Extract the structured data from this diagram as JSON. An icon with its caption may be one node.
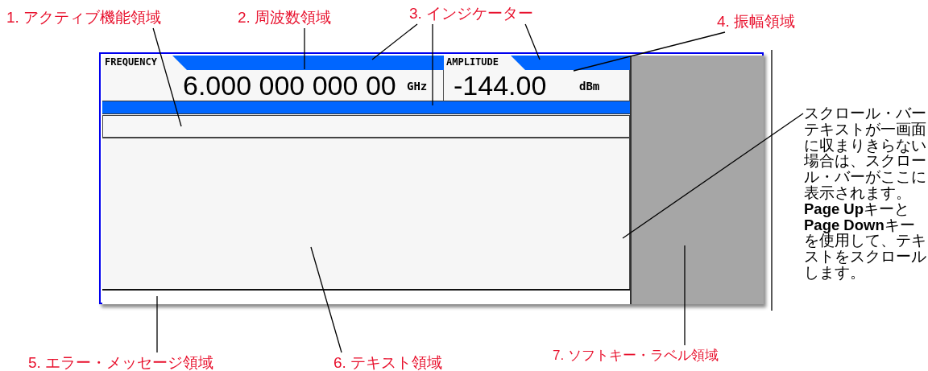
{
  "diagram": {
    "nodes": [
      {
        "text": [
          "1. アクティブ機能領域"
        ]
      },
      {
        "text": [
          "2. 周波数領域"
        ]
      },
      {
        "text": [
          "3. インジケーター"
        ]
      },
      {
        "text": [
          "4. 振幅領域"
        ]
      },
      {
        "text": [],
        "shape": "box"
      },
      {
        "text": [
          "FREQUENCY",
          "6.000 000 000 00",
          "GHz"
        ],
        "in": 4
      },
      {
        "text": [],
        "shape": "bar",
        "in": 5
      },
      {
        "text": [
          "AMPLITUDE",
          "-144.00",
          "dBm"
        ],
        "in": 4
      },
      {
        "text": [],
        "shape": "bar",
        "in": 7
      },
      {
        "text": [],
        "shape": "bar",
        "in": 4
      },
      {
        "text": [],
        "shape": "box",
        "in": 4
      },
      {
        "text": [],
        "shape": "box",
        "in": 4
      },
      {
        "text": [],
        "shape": "box",
        "in": 4
      },
      {
        "text": [],
        "shape": "box",
        "in": 4
      },
      {
        "text": [
          "スクロール・バー",
          "テキストが一画面に収まりきらない場合は、スクロール・バーがここに表示されます。**Page Up**キーと**Page Down**キーを使用して、テキストをスクロールします。"
        ]
      },
      {
        "text": [
          "5. エラー・メッセージ領域"
        ]
      },
      {
        "text": [
          "6. テキスト領域"
        ]
      },
      {
        "text": [
          "7. ソフトキー・ラベル領域"
        ]
      }
    ],
    "edges": [
      {
        "from": 0,
        "to": 10,
        "arrow": "none"
      },
      {
        "from": 1,
        "to": 5,
        "arrow": "none"
      },
      {
        "from": 2,
        "to": 6,
        "arrow": "none"
      },
      {
        "from": 2,
        "to": 9,
        "arrow": "none"
      },
      {
        "from": 2,
        "to": 8,
        "arrow": "none"
      },
      {
        "from": 3,
        "to": 7,
        "arrow": "none"
      },
      {
        "from": 14,
        "to": 11,
        "arrow": "none"
      },
      {
        "from": 15,
        "to": 12,
        "arrow": "none"
      },
      {
        "from": 16,
        "to": 11,
        "arrow": "none"
      },
      {
        "from": 17,
        "to": 13,
        "arrow": "none"
      }
    ]
  }
}
